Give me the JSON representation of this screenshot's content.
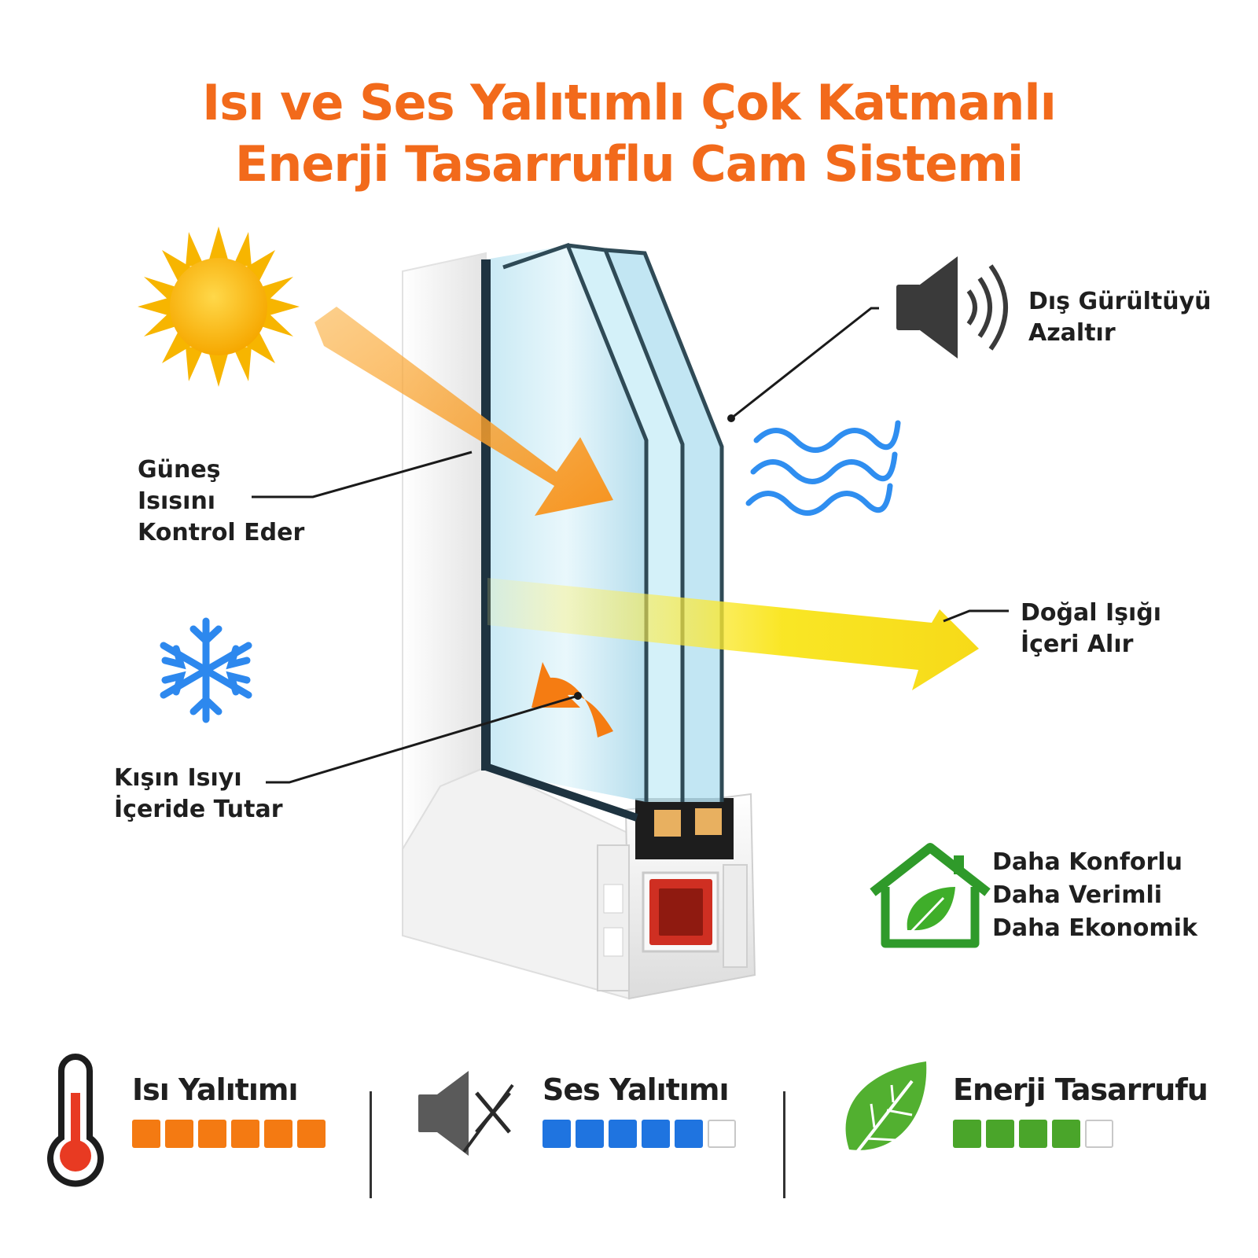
{
  "title": {
    "line1": "Isı ve Ses Yalıtımlı  Çok Katmanlı",
    "line2": "Enerji Tasarruflu Cam Sistemi"
  },
  "callouts": {
    "noise": {
      "line1": "Dış Gürültüyü",
      "line2": "Azaltır"
    },
    "sun": {
      "line1": "Güneş",
      "line2": "Isısını",
      "line3": "Kontrol Eder"
    },
    "light": {
      "line1": "Doğal Işığı",
      "line2": "İçeri Alır"
    },
    "winter": {
      "line1": "Kışın Isıyı",
      "line2": "İçeride Tutar"
    },
    "benefits": {
      "line1": "Daha Konforlu",
      "line2": "Daha Verimli",
      "line3": "Daha Ekonomik"
    }
  },
  "ratings": [
    {
      "label": "Isı Yalıtımı",
      "level": 6,
      "max": 6,
      "color": "#f47a12"
    },
    {
      "label": "Ses Yalıtımı",
      "level": 5,
      "max": 6,
      "color": "#1f74e0"
    },
    {
      "label": "Enerji Tasarrufu",
      "level": 4,
      "max": 5,
      "color": "#4aa52a"
    }
  ],
  "icons": {
    "sun": "sun-icon",
    "speaker": "speaker-icon",
    "wind": "wind-waves-icon",
    "snowflake": "snowflake-icon",
    "house": "eco-house-icon",
    "thermometer": "thermometer-icon",
    "mute": "muted-speaker-icon",
    "leaf": "leaf-icon"
  },
  "colors": {
    "title": "#f26a1b",
    "heat_arrow": "#f7931e",
    "light_arrow": "#f8d90f",
    "wind": "#2f8ef0",
    "house": "#2f9a2a",
    "frame_core": "#d63a2a"
  }
}
